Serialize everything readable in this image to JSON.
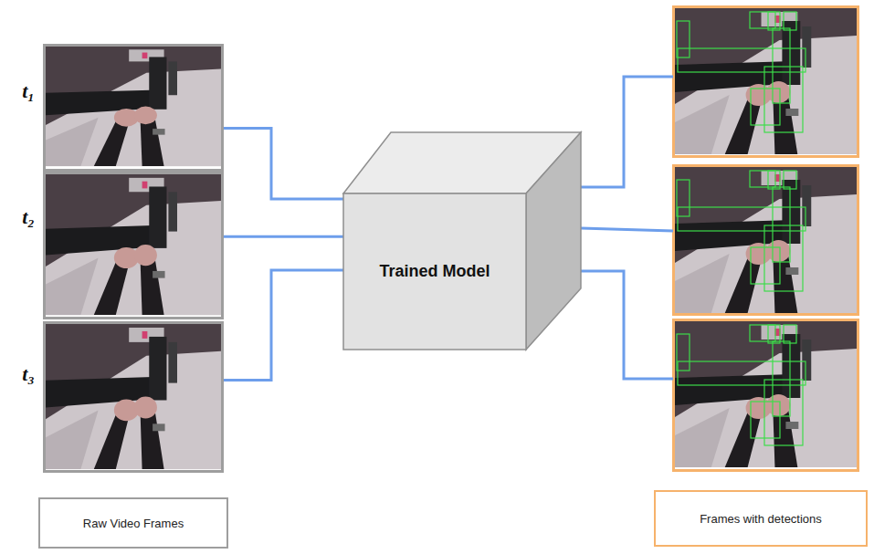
{
  "diagram": {
    "nodes": [
      {
        "text": [
          "t₁"
        ]
      },
      {
        "text": [
          "t₂"
        ]
      },
      {
        "text": [
          "t₃"
        ]
      },
      {
        "text": [
          "Trained Model"
        ]
      },
      {
        "text": [
          "Raw Video Frames"
        ]
      },
      {
        "text": [
          "Frames with detections"
        ]
      }
    ],
    "edges": [
      {
        "from": 0,
        "to": 3,
        "arrow": "none"
      },
      {
        "from": 1,
        "to": 3,
        "arrow": "none"
      },
      {
        "from": 2,
        "to": 3,
        "arrow": "none"
      }
    ]
  }
}
